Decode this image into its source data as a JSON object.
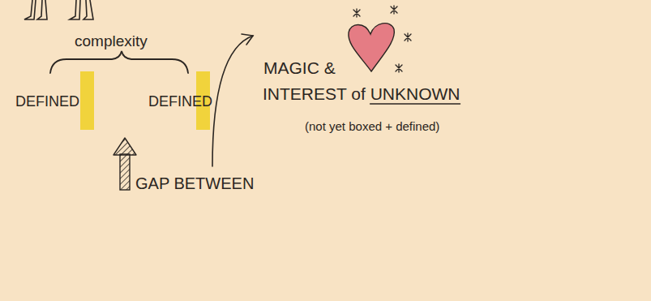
{
  "diagram": {
    "nodes": [
      {
        "text": [
          "DEFINED"
        ]
      },
      {
        "text": [
          "DEFINED"
        ]
      }
    ],
    "labels": [
      "complexity",
      "GAP BETWEEN",
      "MAGIC &",
      "INTEREST of UNKNOWN",
      "(not yet boxed + defined)"
    ]
  }
}
